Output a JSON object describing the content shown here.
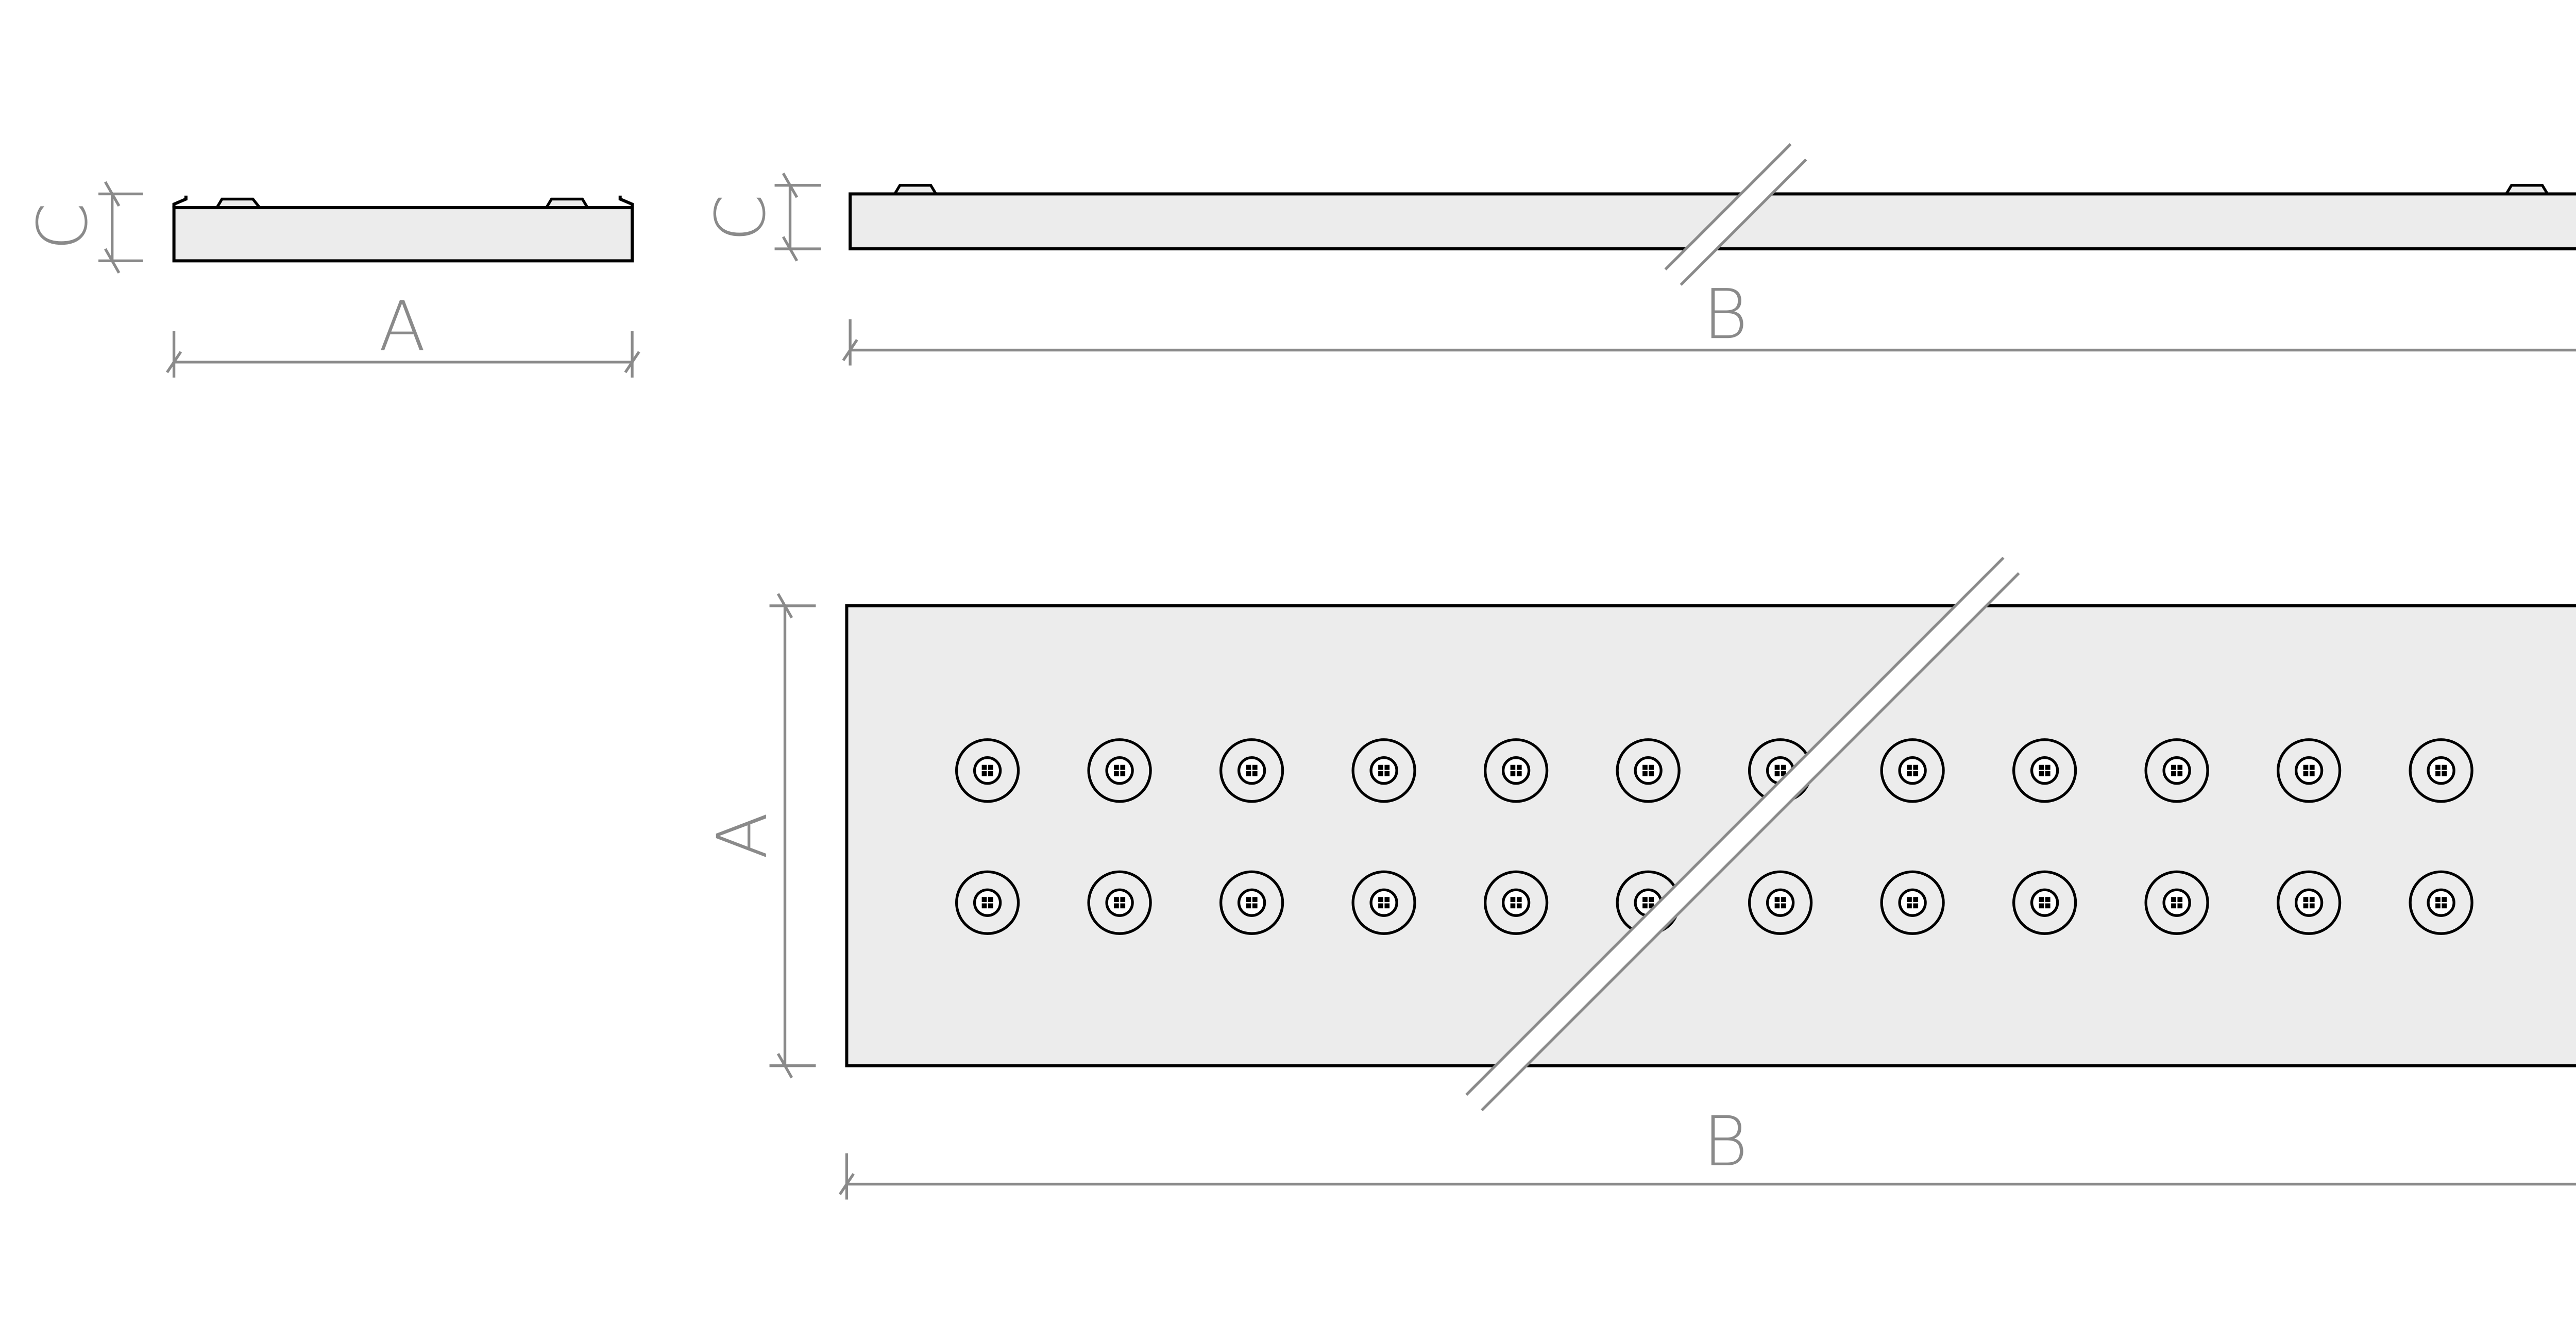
{
  "labels": {
    "width": "A",
    "length": "B",
    "height": "C"
  },
  "led_grid": {
    "rows": 2,
    "columns": 12
  },
  "colors": {
    "fill": "#ececec",
    "dimension": "#8a8a8a",
    "outline": "#000000"
  }
}
